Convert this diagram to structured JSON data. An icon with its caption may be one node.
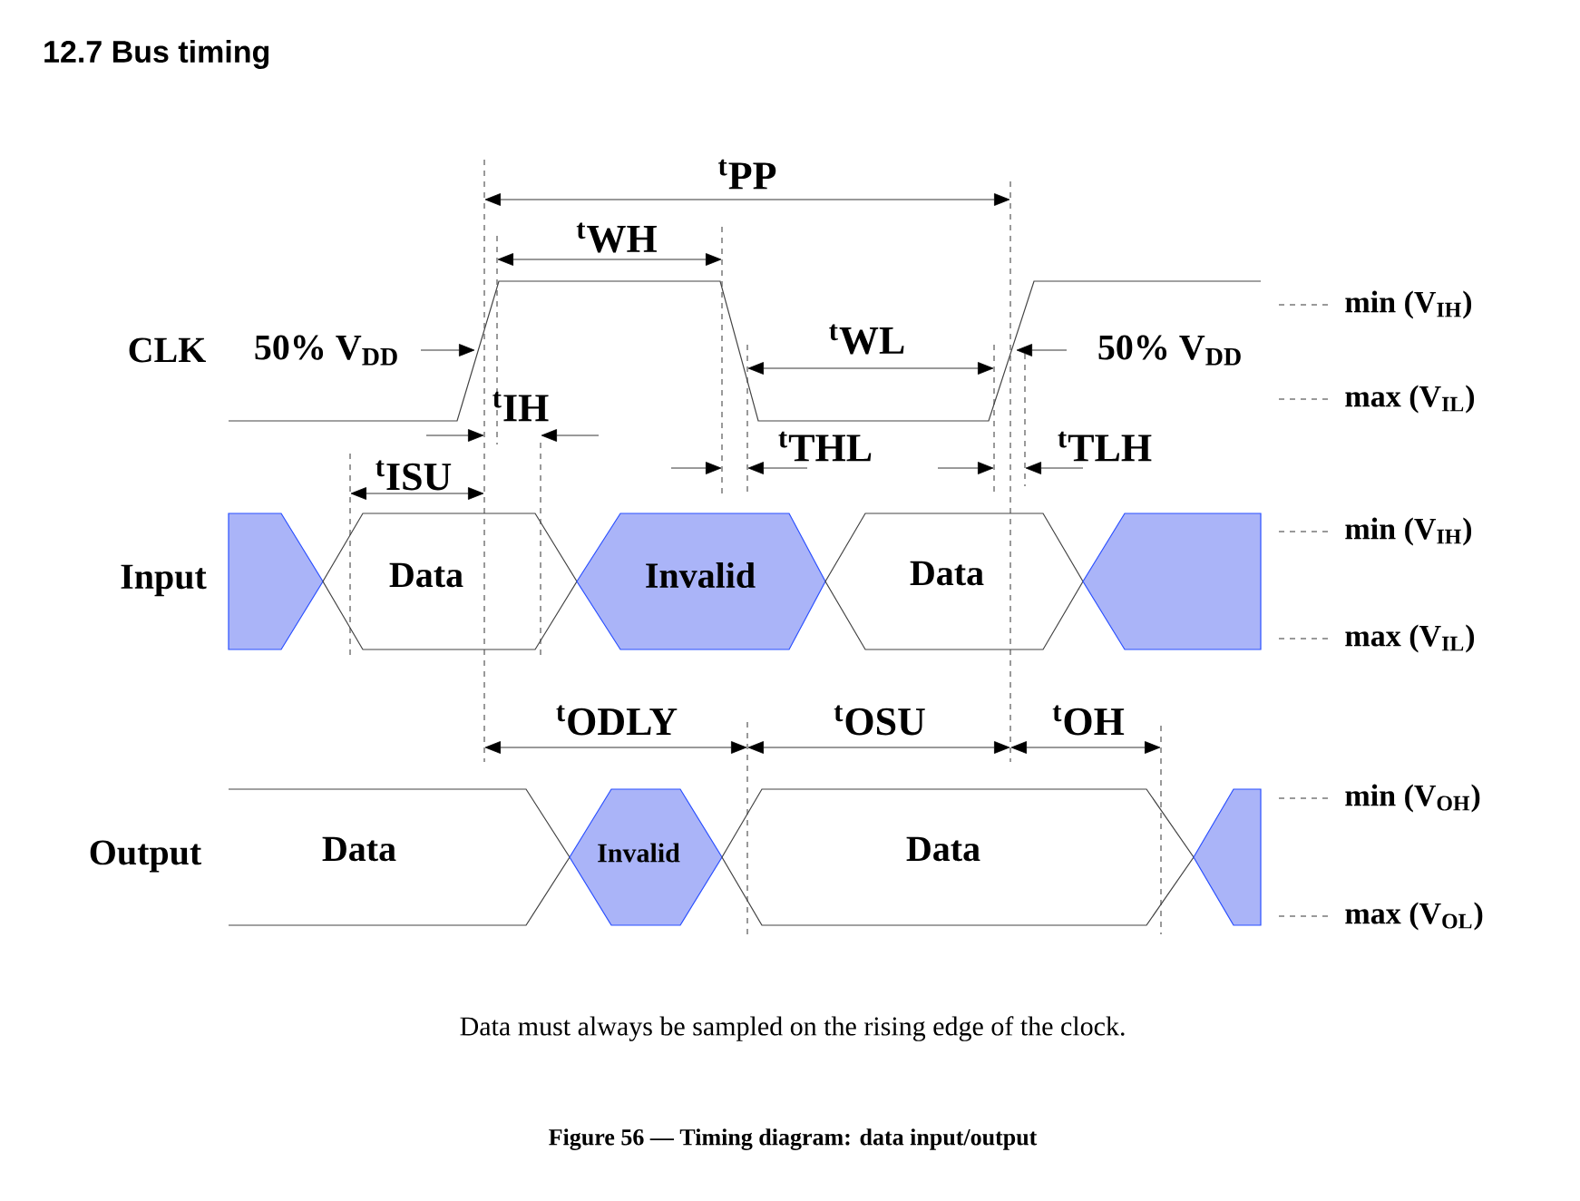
{
  "diagram": {
    "title": "12.7 Bus timing",
    "caption": "Figure 56 — Timing diagram: data input/output",
    "nodes": [
      {
        "text": [],
        "shape": "hexagon"
      },
      {
        "text": [
          "Data"
        ]
      },
      {
        "text": [
          "Invalid"
        ]
      },
      {
        "text": [
          "Data"
        ]
      },
      {
        "text": [],
        "shape": "hexagon"
      },
      {
        "text": [
          "Data"
        ]
      },
      {
        "text": [
          "Invalid"
        ]
      },
      {
        "text": [
          "Data"
        ]
      },
      {
        "text": [],
        "shape": "hexagon"
      }
    ],
    "labels": [
      "$^{t}$PP",
      "$^{t}$WH",
      "CLK",
      "50% V$_{DD}$",
      "$^{t}$WL",
      "50% V$_{DD}$",
      "min (V$_{IH}$)",
      "$^{t}$IH",
      "max (V$_{IL}$)",
      "$^{t}$THL",
      "$^{t}$TLH",
      "$^{t}$ISU",
      "Input",
      "min (V$_{IH}$)",
      "max (V$_{IL}$)",
      "$^{t}$ODLY",
      "$^{t}$OSU",
      "$^{t}$OH",
      "Output",
      "min (V$_{OH}$)",
      "max (V$_{OL}$)",
      "Data must always be sampled on the rising edge of the clock."
    ]
  }
}
